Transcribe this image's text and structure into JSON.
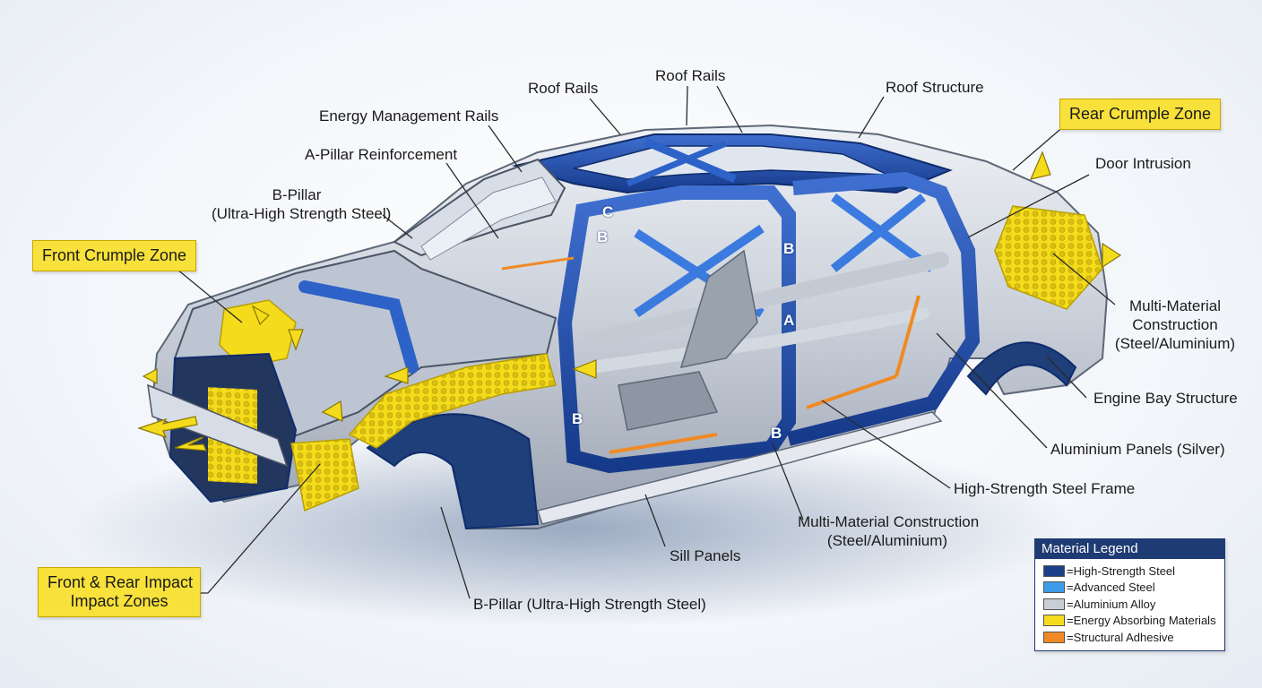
{
  "labels": {
    "roof_rails_1": "Roof Rails",
    "roof_rails_2": "Roof Rails",
    "roof_structure": "Roof Structure",
    "energy_management_rails": "Energy Management Rails",
    "a_pillar_reinforcement": "A-Pillar Reinforcement",
    "b_pillar_top": [
      "B-Pillar",
      "(Ultra-High Strength Steel)"
    ],
    "door_intrusion": "Door Intrusion",
    "multi_material_right": [
      "Multi-Material",
      "Construction",
      "(Steel/Aluminium)"
    ],
    "engine_bay_structure": "Engine Bay Structure",
    "aluminium_panels": "Aluminium Panels (Silver)",
    "high_strength_steel_frame": "High-Strength Steel Frame",
    "multi_material_bottom": [
      "Multi-Material Construction",
      "(Steel/Aluminium)"
    ],
    "sill_panels": "Sill Panels",
    "b_pillar_bottom": "B-Pillar (Ultra-High Strength Steel)"
  },
  "callouts": {
    "front_crumple_zone": "Front Crumple Zone",
    "rear_crumple_zone": "Rear Crumple Zone",
    "impact_zones": [
      "Front & Rear Impact",
      "Impact Zones"
    ]
  },
  "pillar_marks": {
    "c": "C",
    "b_upper_left": "B",
    "b_center": "B",
    "a_center": "A",
    "b_lower_left": "B",
    "b_sill": "B"
  },
  "legend": {
    "title": "Material Legend",
    "items": [
      {
        "label": "=High-Strength Steel",
        "color": "#1e3f8a"
      },
      {
        "label": "=Advanced Steel",
        "color": "#3d9be9"
      },
      {
        "label": "=Aluminium Alloy",
        "color": "#c9ced6"
      },
      {
        "label": "=Energy Absorbing Materials",
        "color": "#f4dc1c"
      },
      {
        "label": "=Structural Adhesive",
        "color": "#f08a24"
      }
    ]
  },
  "colors": {
    "high_strength_steel": "#1e3f8a",
    "advanced_steel": "#3d9be9",
    "aluminium": "#c9ced6",
    "energy_absorbing": "#f4dc1c",
    "adhesive": "#f08a24"
  }
}
